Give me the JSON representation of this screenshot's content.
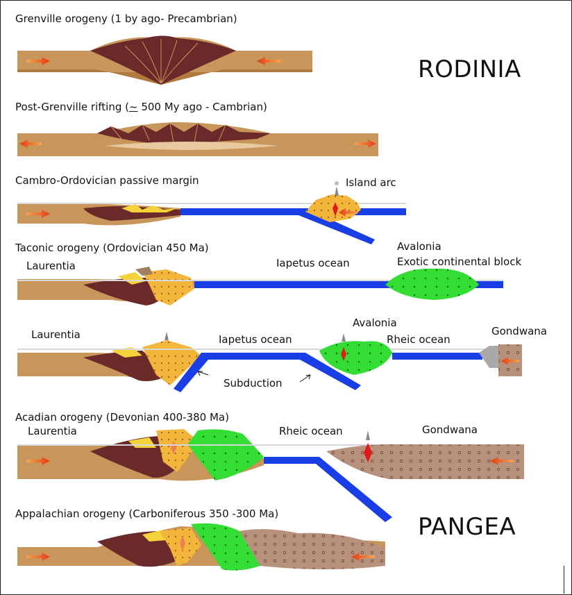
{
  "stages": [
    {
      "title": "Grenville  orogeny (1 by ago- Precambrian)"
    },
    {
      "title_pre": "Post-Grenville  rifting (",
      "title_approx": "~",
      "title_post": " 500 My ago - Cambrian)"
    },
    {
      "title": "Cambro-Ordovician passive margin",
      "labels": {
        "island_arc": "Island arc"
      }
    },
    {
      "title": "Taconic orogeny  (Ordovician 450 Ma)",
      "labels": {
        "laurentia": "Laurentia",
        "iapetus": "Iapetus  ocean",
        "avalonia": "Avalonia",
        "exotic": "Exotic continental block"
      }
    },
    {
      "labels": {
        "laurentia": "Laurentia",
        "iapetus": "Iapetus  ocean",
        "avalonia": "Avalonia",
        "rheic": "Rheic ocean",
        "gondwana": "Gondwana",
        "subduction": "Subduction"
      }
    },
    {
      "title": "Acadian orogeny  (Devonian  400-380 Ma)",
      "labels": {
        "laurentia": "Laurentia",
        "rheic": "Rheic ocean",
        "gondwana": "Gondwana"
      }
    },
    {
      "title": "Appalachian orogeny  (Carboniferous  350 -300 Ma)"
    }
  ],
  "supercontinents": {
    "top": "RODINIA",
    "bottom": "PANGEA"
  },
  "colors": {
    "crust": "#c8965a",
    "crust_dark": "#b07a3e",
    "mountain": "#6b2a2a",
    "ocean": "#1a3ee6",
    "avalonia": "#33dd33",
    "arc": "#f4b63a",
    "yellow": "#f7ec3a",
    "gondwana": "#b8917c",
    "grey": "#a9a9a9",
    "arrow": "#e23b12",
    "magma": "#e01a1a"
  }
}
